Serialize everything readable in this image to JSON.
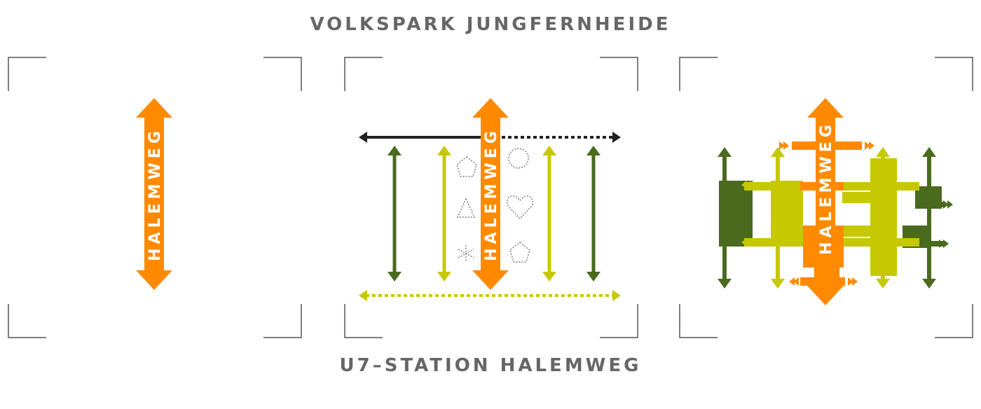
{
  "top_caption": "VOLKSPARK JUNGFERNHEIDE",
  "bottom_caption": "U7–STATION HALEMWEG",
  "main_axis_label": "HALEMWEG",
  "colors": {
    "orange": "#ff8a00",
    "dark_green": "#4a6a1e",
    "lime": "#c6c800",
    "black": "#222222",
    "gray": "#777777",
    "caption_gray": "#666666"
  },
  "panels": [
    {
      "name": "panel-1",
      "elements": [
        "main-axis-arrow"
      ]
    },
    {
      "name": "panel-2",
      "elements": [
        "main-axis-arrow",
        "cross-links",
        "vertical-links",
        "shape-symbols"
      ]
    },
    {
      "name": "panel-3",
      "elements": [
        "main-axis-arrow",
        "interwoven-network"
      ]
    }
  ],
  "symbols": [
    "pentagon-icon",
    "triangle-icon",
    "asterisk-icon",
    "circle-icon",
    "heart-icon",
    "pentagon-icon"
  ]
}
